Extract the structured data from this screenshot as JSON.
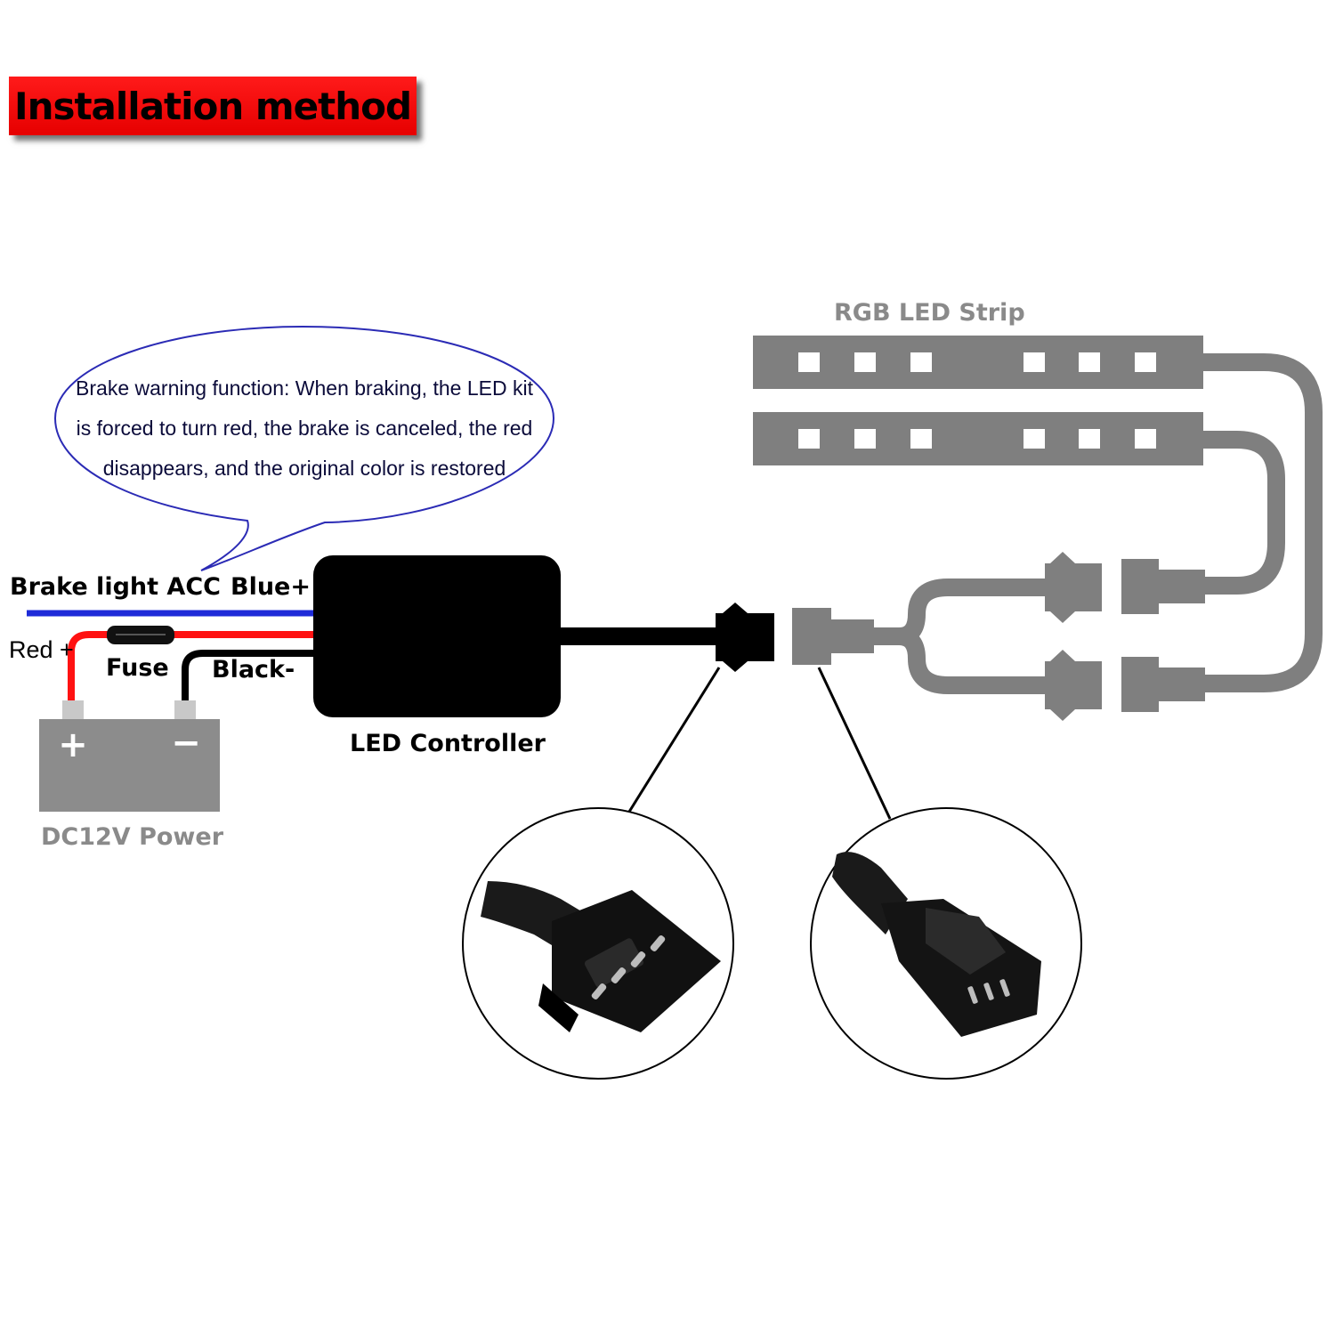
{
  "title": "Installation method",
  "bubble": {
    "lines": [
      "Brake warning function: When braking, the LED kit",
      "is forced to turn red, the brake is canceled, the red",
      "disappears, and the original color is restored"
    ]
  },
  "labels": {
    "brake_light_acc": "Brake light ACC",
    "blue_plus": "Blue+",
    "red_plus": "Red +",
    "fuse": "Fuse",
    "black_minus": "Black-",
    "led_controller": "LED Controller",
    "dc12v_power": "DC12V Power",
    "rgb_led_strip": "RGB LED Strip"
  },
  "battery": {
    "plus_symbol": "+",
    "minus_symbol": "−"
  },
  "colors": {
    "banner_red": "#ff1a1a",
    "wire_blue": "#1e2bd8",
    "wire_red": "#ff1212",
    "wire_black": "#000000",
    "strip_gray": "#7f7f7f",
    "bubble_outline": "#2b2bb5"
  }
}
